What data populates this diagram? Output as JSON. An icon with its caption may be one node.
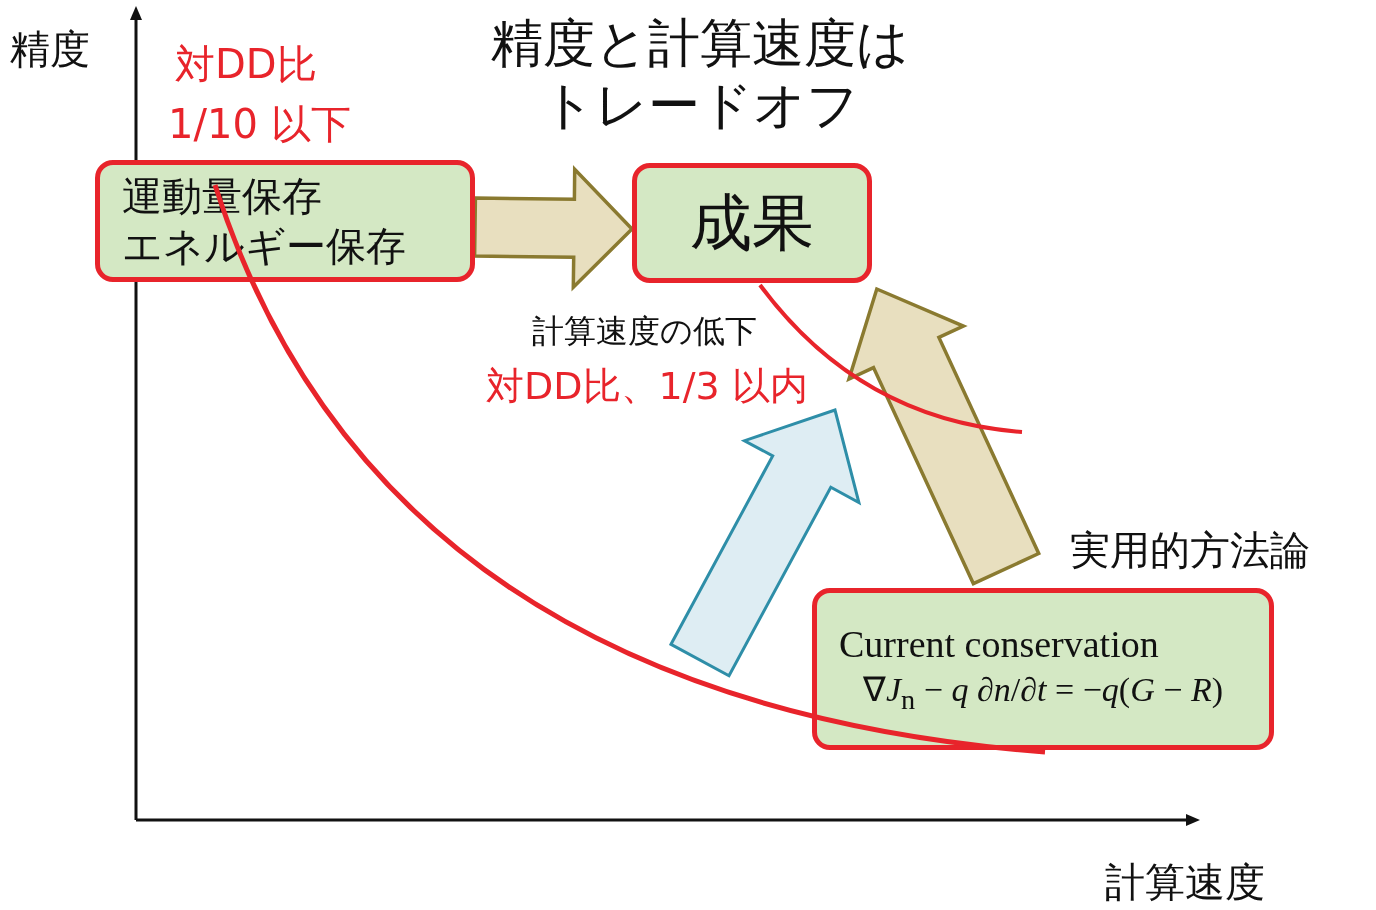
{
  "diagram": {
    "title": "精度と計算速度はトレードオフ",
    "nodes": [
      {
        "text": [
          "運動量保存",
          "エネルギー保存"
        ],
        "beside": [
          "対DD比",
          "1/10 以下"
        ]
      },
      {
        "text": [
          "成果"
        ]
      },
      {
        "text": [
          "Current conservation",
          "∇*J*$_{n}$ − *q* ∂*n*/∂*t* = −*q*(*G* − *R*)"
        ],
        "beside": [
          "実用的方法論"
        ]
      }
    ],
    "edges": [
      {
        "from": 0,
        "to": 1,
        "arrow": "to",
        "style": "thick",
        "color": "#e8dfbf"
      },
      {
        "from": 2,
        "to": 1,
        "arrow": "to",
        "style": "thick",
        "color": "#e8dfbf"
      }
    ],
    "labels": [
      "精度",
      "計算速度",
      "計算速度の低下",
      "対DD比、1/3 以内"
    ]
  }
}
